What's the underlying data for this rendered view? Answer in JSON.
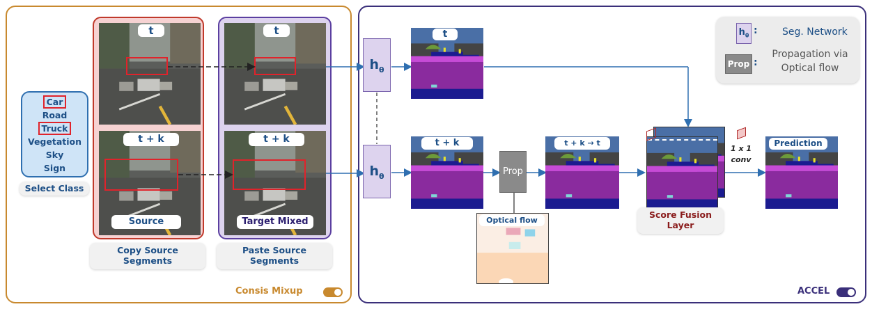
{
  "classes": {
    "items": [
      "Car",
      "Road",
      "Truck",
      "Vegetation",
      "Sky",
      "Sign"
    ],
    "highlighted": [
      "Car",
      "Truck"
    ],
    "caption": "Select Class"
  },
  "left_panel": {
    "source_labels": {
      "t": "t",
      "tk": "t + k",
      "bottom": "Source"
    },
    "target_labels": {
      "t": "t",
      "tk": "t + k",
      "bottom": "Target Mixed"
    },
    "copy_caption_1": "Copy Source",
    "copy_caption_2": "Segments",
    "paste_caption_1": "Paste Source",
    "paste_caption_2": "Segments",
    "footer": "Consis Mixup"
  },
  "right_panel": {
    "h_main": "h",
    "h_sub": "θ",
    "seg_t_label": "t",
    "seg_tk_label": "t + k",
    "seg_tkt_label": "t + k → t",
    "prop_label": "Prop",
    "optical_flow_label": "Optical flow",
    "score_fusion_1": "Score Fusion",
    "score_fusion_2": "Layer",
    "conv_1": "1 x 1",
    "conv_2": "conv",
    "prediction_label": "Prediction",
    "footer": "ACCEL"
  },
  "legend": {
    "h_main": "h",
    "h_sub": "θ",
    "seg_colon": ":",
    "seg_text": "Seg. Network",
    "prop_symbol": "Prop",
    "prop_colon": ":",
    "prop_text_1": "Propagation via",
    "prop_text_2": "Optical flow"
  },
  "colors": {
    "consis_accent": "#c8892e",
    "accel_accent": "#3a2f7a",
    "text_blue": "#1d4f86",
    "source_red": "#e0232b",
    "score_fusion_text": "#8a1c1c"
  }
}
